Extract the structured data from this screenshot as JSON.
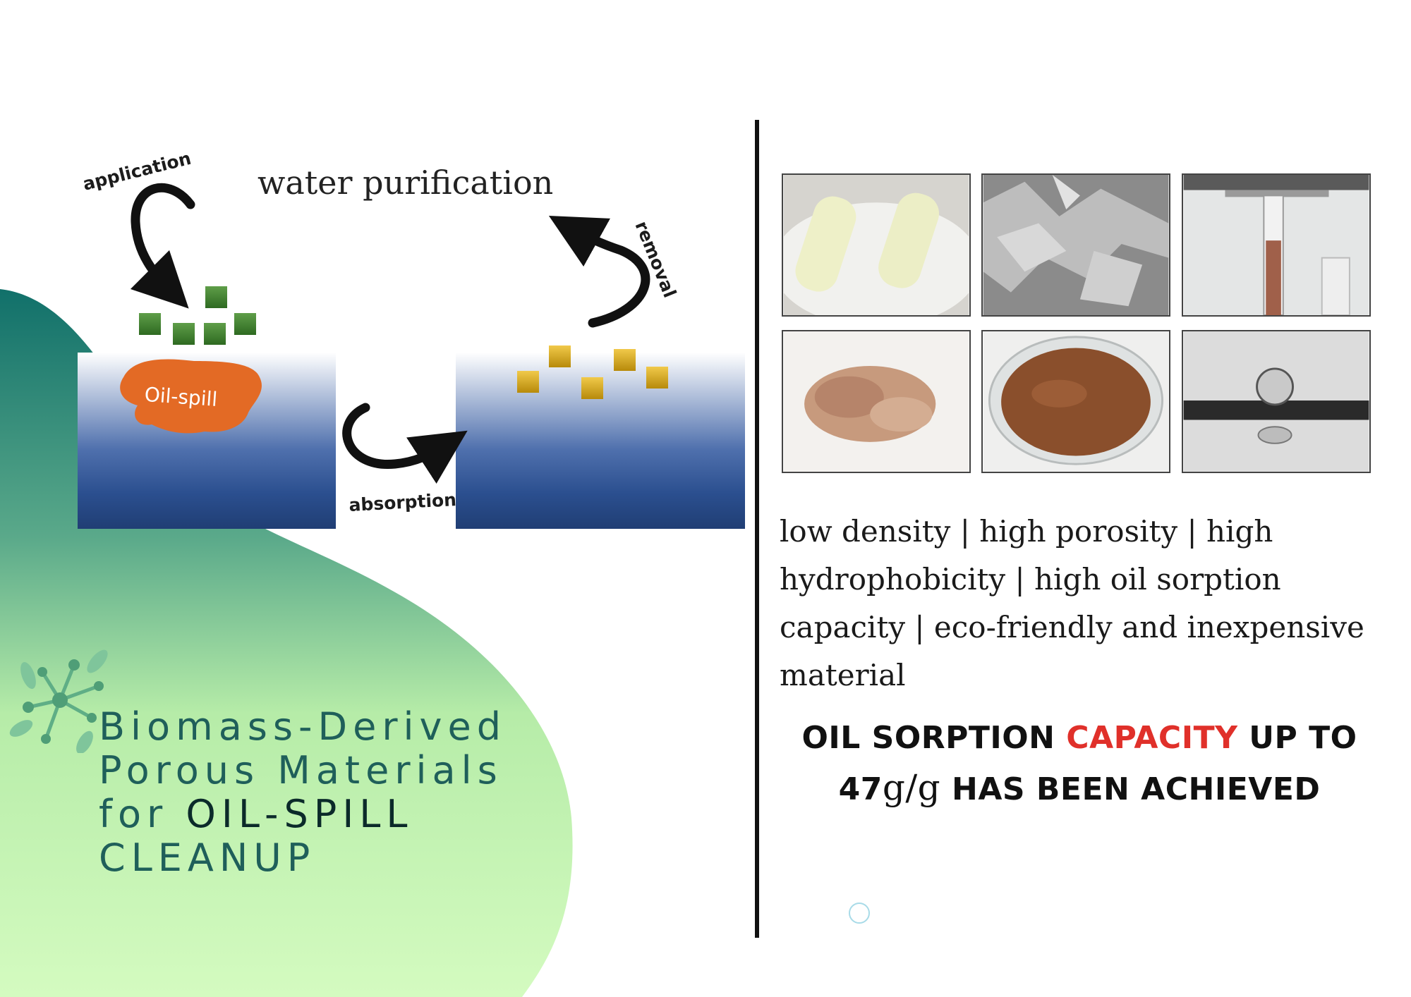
{
  "diagram": {
    "title": "water purification",
    "label_application": "application",
    "label_removal": "removal",
    "label_absorption": "absorption",
    "label_oil_spill": "Oil-spill"
  },
  "photos": [
    {
      "icon": "sponge-cylinders-photo"
    },
    {
      "icon": "sem-micrograph-photo"
    },
    {
      "icon": "test-tube-photo"
    },
    {
      "icon": "fiber-biomass-photo"
    },
    {
      "icon": "petri-dish-powder-photo"
    },
    {
      "icon": "water-droplet-contact-angle-photo"
    }
  ],
  "properties_text": "low density | high porosity | high hydrophobicity | high oil sorption capacity | eco-friendly and inexpensive material",
  "claim": {
    "part1": "OIL SORPTION ",
    "highlight": "CAPACITY",
    "part2": " UP TO 47",
    "unit": "g/g",
    "part3": " HAS BEEN ACHIEVED"
  },
  "title": {
    "line1": "Biomass-Derived",
    "line2": "Porous Materials",
    "line3_prefix": "for ",
    "line3_emph": "OIL-SPILL",
    "line4": "CLEANUP"
  },
  "colors": {
    "green_blob_light": "#d4fbc0",
    "green_blob_dark": "#11706a",
    "water_blue": "#2b4f8f",
    "oil_orange": "#e36a25",
    "cube_green": "#3f7d2c",
    "cube_gold": "#d6a516",
    "highlight_red": "#e0302a"
  }
}
